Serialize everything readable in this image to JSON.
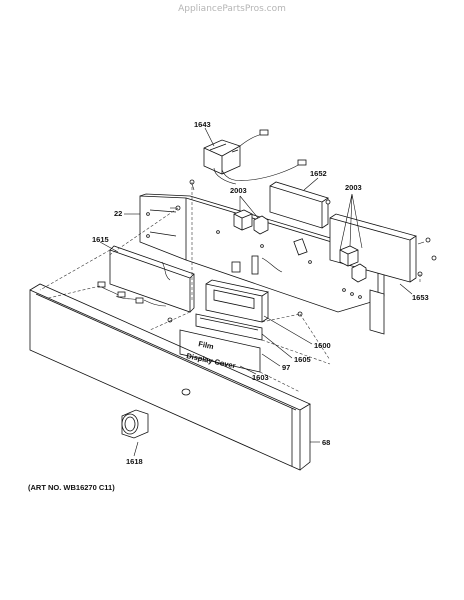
{
  "watermark": "AppliancePartsPros.com",
  "art_number": "(ART NO. WB16270 C11)",
  "part_labels": {
    "transformer": "1643",
    "bracket_top": "1652",
    "relay_left": "2003",
    "relay_right": "2003",
    "rear_panel": "22",
    "left_board": "1615",
    "right_board": "1653",
    "display_board": "1600",
    "film_part": "1605",
    "small_part": "97",
    "cover_part": "1603",
    "front_panel": "68",
    "knob": "1618"
  },
  "panel_text": {
    "film": "Film",
    "display_cover": "Display Cover"
  }
}
